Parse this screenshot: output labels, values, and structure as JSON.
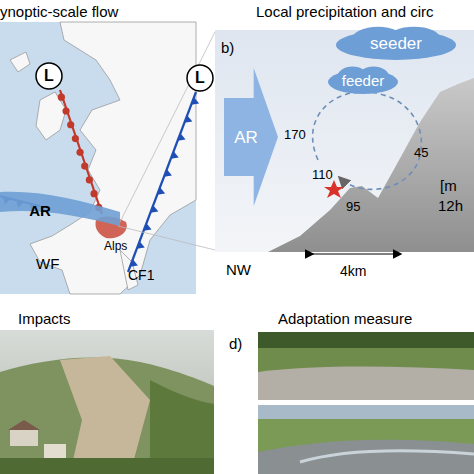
{
  "diagram": {
    "nodes": [
      {
        "text": [
          "L"
        ]
      },
      {
        "text": [
          "AR"
        ]
      },
      {
        "text": [
          "L"
        ]
      },
      {
        "text": [
          "AR"
        ]
      },
      {
        "text": [
          "seeder"
        ]
      },
      {
        "text": [
          "feeder"
        ]
      }
    ],
    "labels": [
      "ynoptic-scale flow",
      "Local precipitation and circ",
      "b)",
      "WF",
      "Alps",
      "CF1",
      "NW",
      "170",
      "45",
      "110",
      "95",
      "[m",
      "12h",
      "4km",
      "Impacts",
      "Adaptation measure",
      "d)"
    ]
  }
}
